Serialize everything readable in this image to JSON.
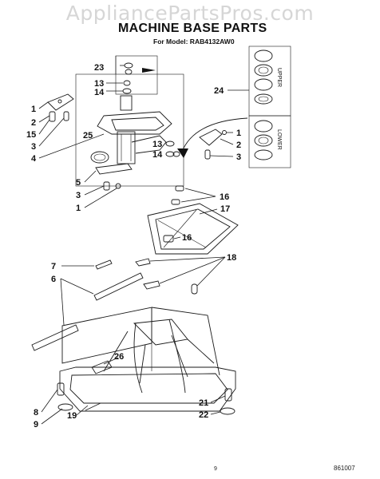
{
  "watermark": "AppliancePartsPros.com",
  "title": "MACHINE BASE PARTS",
  "subtitle": "For Model: RAB4132AW0",
  "footer_number": "861007",
  "footer_mark": "9",
  "side_labels": {
    "upper": "UPPER",
    "lower": "LOWER"
  },
  "callouts": {
    "c23": "23",
    "c13a": "13",
    "c14a": "14",
    "c1a": "1",
    "c2a": "2",
    "c15": "15",
    "c3a": "3",
    "c4": "4",
    "c25": "25",
    "c24": "24",
    "c1b": "1",
    "c2b": "2",
    "c3b": "3",
    "c13b": "13",
    "c14b": "14",
    "c5": "5",
    "c3c": "3",
    "c1c": "1",
    "c16a": "16",
    "c17": "17",
    "c16b": "16",
    "c7": "7",
    "c6": "6",
    "c18": "18",
    "c26": "26",
    "c8": "8",
    "c9": "9",
    "c19": "19",
    "c21": "21",
    "c22": "22"
  }
}
